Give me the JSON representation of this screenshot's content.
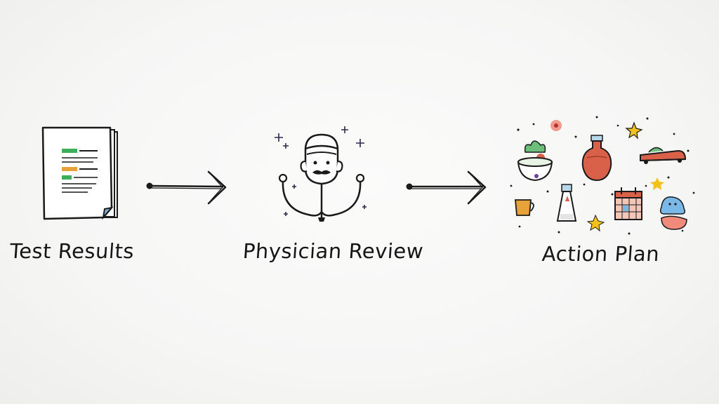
{
  "diagram": {
    "stages": [
      {
        "id": "test-results",
        "label": "Test Results"
      },
      {
        "id": "physician-review",
        "label": "Physician Review"
      },
      {
        "id": "action-plan",
        "label": "Action Plan"
      }
    ],
    "colors": {
      "ink": "#1a1a1a",
      "doc_green": "#3fae5a",
      "doc_orange": "#e8a23a",
      "doc_blue": "#7ab8e8",
      "jar_red": "#d9614a",
      "salad_green": "#6cbf7a",
      "star_yellow": "#f2c21b"
    },
    "icons": {
      "stage_1": "document-stack-icon",
      "stage_2": "doctor-stethoscope-icon",
      "stage_3": "health-items-collage-icon"
    }
  }
}
